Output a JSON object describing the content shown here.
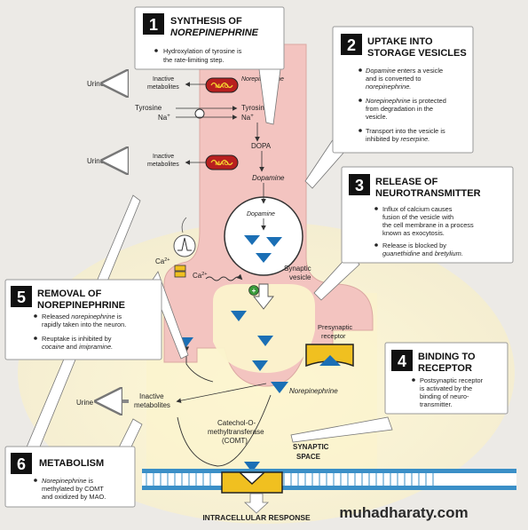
{
  "box1": {
    "number": "1",
    "title_line1": "SYNTHESIS OF",
    "title_line2": "NOREPINEPHRINE",
    "bullet1_line1": "Hydroxylation of tyrosine is",
    "bullet1_line2": "the rate-limiting step."
  },
  "box2": {
    "number": "2",
    "title_line1": "UPTAKE INTO",
    "title_line2": "STORAGE VESICLES",
    "b1_l1a": "Dopamine",
    "b1_l1b": "enters a vesicle",
    "b1_l2": "and is converted to",
    "b1_l3": "norepinephrine.",
    "b2_l1a": "Norepinephrine",
    "b2_l1b": "is protected",
    "b2_l2": "from degradation in the",
    "b2_l3": "vesicle.",
    "b3_l1": "Transport into the vesicle is",
    "b3_l2a": "inhibited by",
    "b3_l2b": "reserpine."
  },
  "box3": {
    "number": "3",
    "title_line1": "RELEASE OF",
    "title_line2": "NEUROTRANSMITTER",
    "b1_l1": "Influx of calcium causes",
    "b1_l2": "fusion of the vesicle with",
    "b1_l3": "the cell membrane in a process",
    "b1_l4": "known as exocytosis.",
    "b2_l1": "Release is blocked by",
    "b2_l2a": "guanethidine",
    "b2_l2b": "and",
    "b2_l2c": "bretylium."
  },
  "box4": {
    "number": "4",
    "title_line1": "BINDING TO",
    "title_line2": "RECEPTOR",
    "b1_l1": "Postsynaptic receptor",
    "b1_l2": "is activated by the",
    "b1_l3": "binding of neuro-",
    "b1_l4": "transmitter."
  },
  "box5": {
    "number": "5",
    "title_line1": "REMOVAL OF",
    "title_line2": "NOREPINEPHRINE",
    "b1_l1a": "Released",
    "b1_l1b": "norepinephrine",
    "b1_l1c": "is",
    "b1_l2": "rapidly taken into the neuron.",
    "b2_l1": "Reuptake is inhibited by",
    "b2_l2a": "cocaine",
    "b2_l2b": "and",
    "b2_l2c": "imipramine."
  },
  "box6": {
    "number": "6",
    "title": "METABOLISM",
    "b1_l1a": "Norepinephrine",
    "b1_l1b": "is",
    "b1_l2": "methylated by COMT",
    "b1_l3": "and oxidized by MAO."
  },
  "labels": {
    "urine": "Urine",
    "inactive": "Inactive",
    "metabolites": "metabolites",
    "norepinephrine": "Norepinephrine",
    "tyrosine": "Tyrosine",
    "na_plus": "Na",
    "plus": "+",
    "dopa": "DOPA",
    "dopamine": "Dopamine",
    "mao": "MAO",
    "ca": "Ca",
    "ca_sup": "2+",
    "synaptic": "Synaptic",
    "vesicle": "vesicle",
    "presynaptic": "Presynaptic",
    "receptor": "receptor",
    "catechol1": "Catechol-O-",
    "catechol2": "methyltransferase",
    "catechol3": "(COMT)",
    "synaptic_caps": "SYNAPTIC",
    "space_caps": "SPACE",
    "intracellular": "INTRACELLULAR RESPONSE"
  },
  "colors": {
    "neuron": "#f3c4c0",
    "cleft": "#fbf3c8",
    "number_box": "#111111",
    "vesicle": "#ffffff",
    "nt_triangle": "#1b6fb5",
    "receptor": "#f0c020",
    "mito": "#b81f1f",
    "membrane": "#3a8fc7"
  },
  "watermark": "muhadharaty.com"
}
